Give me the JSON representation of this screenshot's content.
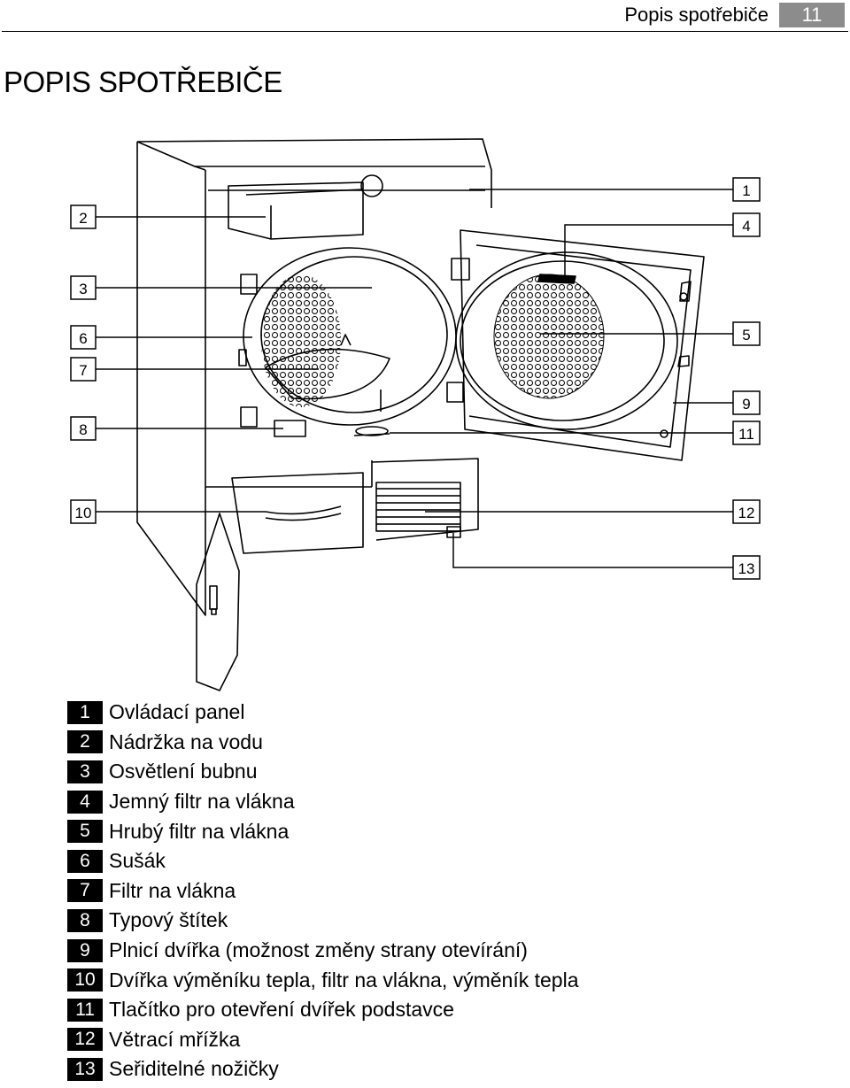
{
  "header": {
    "title": "Popis spotřebiče",
    "page_number": "11"
  },
  "page_title": "POPIS SPOTŘEBIČE",
  "diagram": {
    "callouts_left": [
      "2",
      "3",
      "6",
      "7",
      "8",
      "10"
    ],
    "callouts_right": [
      "1",
      "4",
      "5",
      "9",
      "11",
      "12",
      "13"
    ]
  },
  "legend": [
    {
      "number": "1",
      "label": "Ovládací panel"
    },
    {
      "number": "2",
      "label": "Nádržka na vodu"
    },
    {
      "number": "3",
      "label": "Osvětlení bubnu"
    },
    {
      "number": "4",
      "label": "Jemný filtr na vlákna"
    },
    {
      "number": "5",
      "label": "Hrubý filtr na vlákna"
    },
    {
      "number": "6",
      "label": "Sušák"
    },
    {
      "number": "7",
      "label": "Filtr na vlákna"
    },
    {
      "number": "8",
      "label": "Typový štítek"
    },
    {
      "number": "9",
      "label": "Plnicí dvířka (možnost změny strany otevírání)"
    },
    {
      "number": "10",
      "label": "Dvířka výměníku tepla, filtr na vlákna, výměník tepla"
    },
    {
      "number": "11",
      "label": "Tlačítko pro otevření dvířek podstavce"
    },
    {
      "number": "12",
      "label": "Větrací mřížka"
    },
    {
      "number": "13",
      "label": "Seřiditelné nožičky"
    }
  ]
}
